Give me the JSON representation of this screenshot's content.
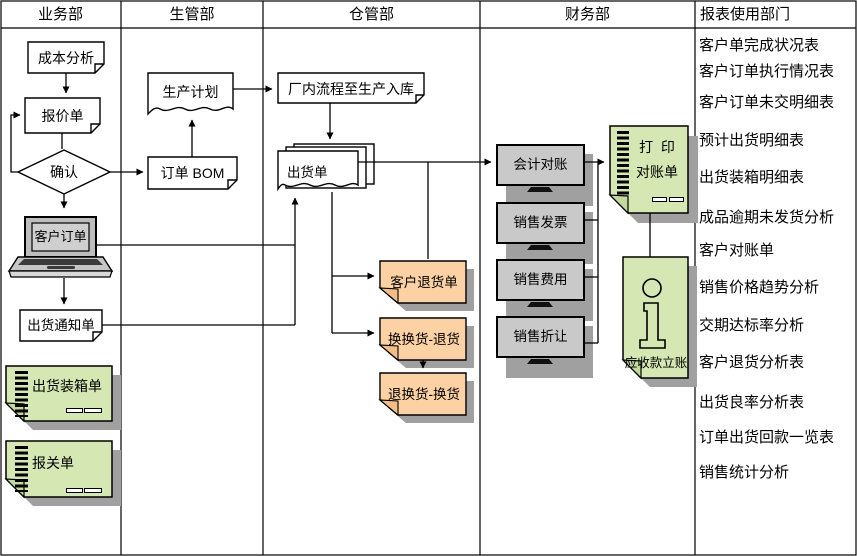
{
  "header": {
    "business": "业务部",
    "production": "生管部",
    "warehouse": "仓管部",
    "finance": "财务部",
    "reports": "报表使用部门"
  },
  "business": {
    "cost_analysis": "成本分析",
    "quotation": "报价单",
    "confirm": "确认",
    "customer_order": "客户订单",
    "ship_notice": "出货通知单",
    "packing_list": "出货装箱单",
    "customs_declaration": "报关单"
  },
  "production": {
    "production_plan": "生产计划",
    "order_bom": "订单 BOM"
  },
  "warehouse": {
    "factory_flow": "厂内流程至生产入库",
    "shipping_doc": "出货单",
    "customer_return": "客户退货单",
    "exchange_return": "换换货-退货",
    "return_exchange": "退换货-换货"
  },
  "finance": {
    "accounting_recon": "会计对账",
    "sales_invoice": "销售发票",
    "sales_expense": "销售费用",
    "sales_discount": "销售折让",
    "print_statement_line1": "打  印",
    "print_statement_line2": "对账单",
    "receivable_posting": "应收款立账"
  },
  "reports": {
    "items": [
      "客户单完成状况表",
      "客户订单执行情况表",
      "客户订单未交明细表",
      "预计出货明细表",
      "出货装箱明细表",
      "成品逾期未发货分析",
      "客户对账单",
      "销售价格趋势分析",
      "交期达标率分析",
      "客户退货分析表",
      "出货良率分析表",
      "订单出货回款一览表",
      "销售统计分析"
    ]
  },
  "colors": {
    "note_green": "#d5e7b2",
    "note_orange": "#fcd1a4",
    "monitor_gray": "#c9c9c9",
    "shadow_gray": "#a0a0a0",
    "line_black": "#000000"
  }
}
